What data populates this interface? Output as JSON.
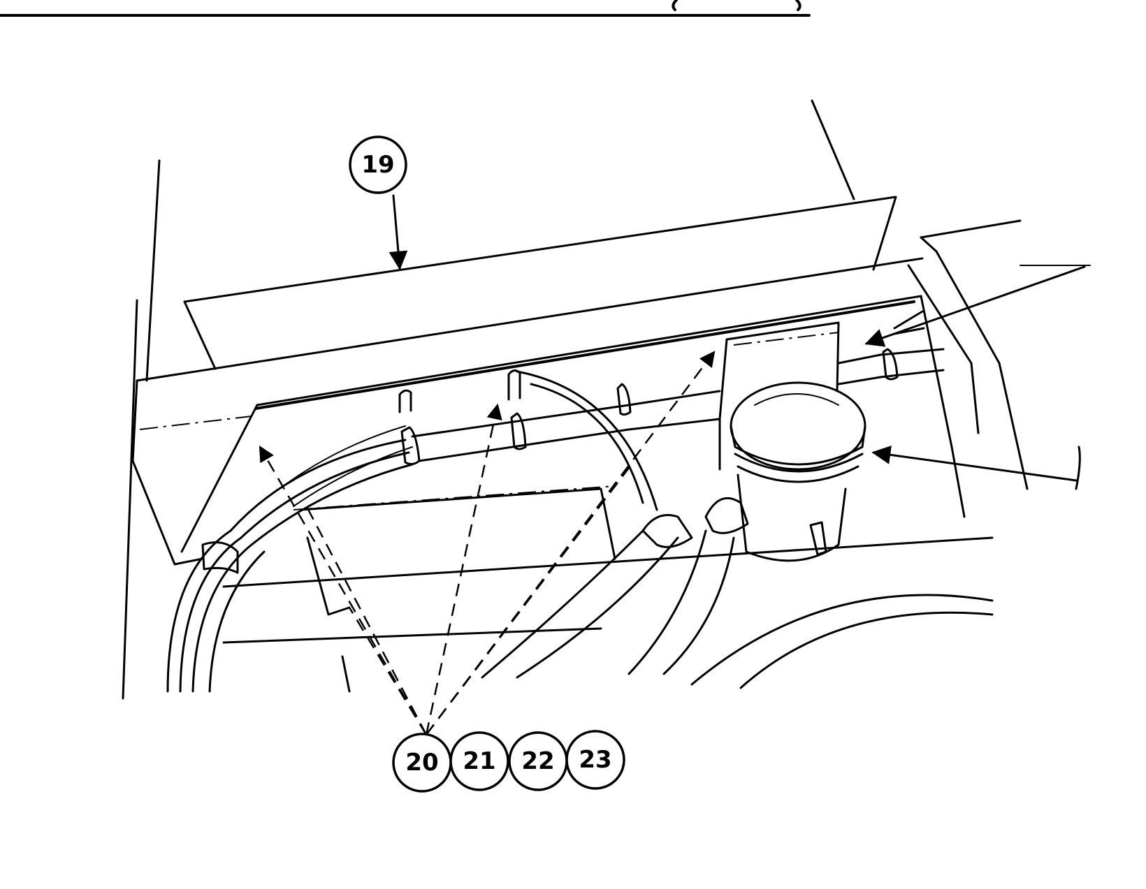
{
  "callouts": {
    "c19": "19",
    "c20": "20",
    "c21": "21",
    "c22": "22",
    "c23": "23"
  }
}
